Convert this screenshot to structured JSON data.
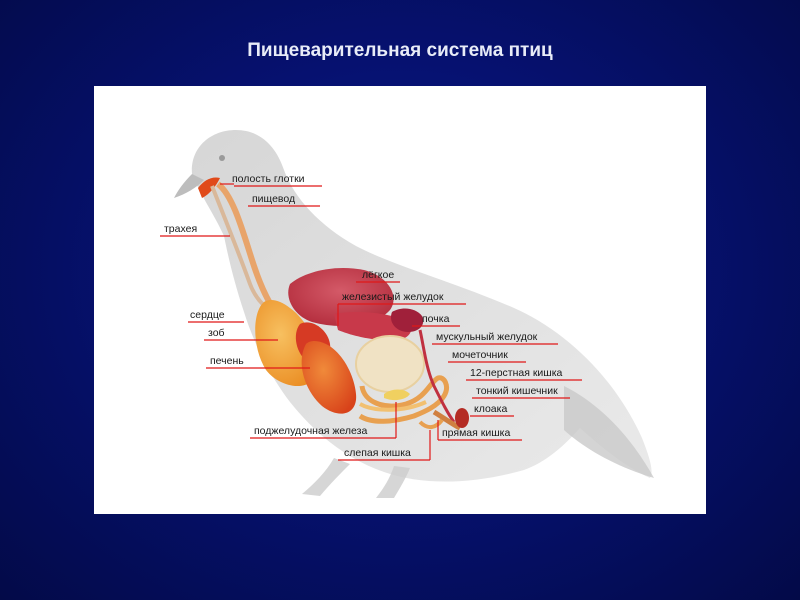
{
  "title": "Пищеварительная система птиц",
  "labels": {
    "polost_glotki": "полость глотки",
    "pishchevod": "пищевод",
    "trakheya": "трахея",
    "legkoe": "лёгкое",
    "zhelezisty": "железистый желудок",
    "pochka": "почка",
    "serdtse": "сердце",
    "muskulny": "мускульный желудок",
    "zob": "зоб",
    "mochetochnik": "мочеточник",
    "pechen": "печень",
    "dvenadtsat": "12-перстная кишка",
    "tonky": "тонкий кишечник",
    "kloaka": "клоака",
    "podzheludochnaya": "поджелудочная железа",
    "pryamaya": "прямая кишка",
    "slepaya": "слепая кишка"
  },
  "colors": {
    "leader_line": "#e01818",
    "bird_body": "#d9d9d9",
    "gizzard": "#f0e2c4",
    "liver": "#e8621a",
    "crop": "#f2a33a",
    "lung": "#c8394a"
  }
}
